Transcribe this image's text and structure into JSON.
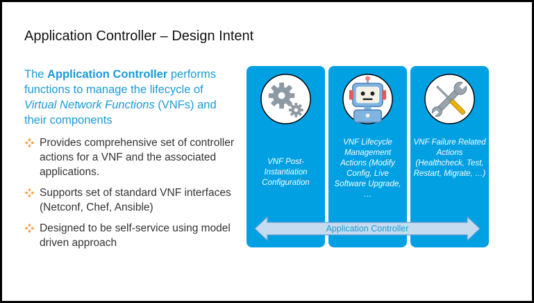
{
  "title": "Application Controller – Design Intent",
  "intro": {
    "p1": "The ",
    "strong": "Application Controller",
    "p2": "  performs functions to manage the lifecycle of ",
    "em": "Virtual Network Functions",
    "p3": " (VNFs) and their components"
  },
  "bullets": [
    "Provides comprehensive set of controller actions for a VNF and the associated applications.",
    "Supports set of standard VNF interfaces (Netconf, Chef, Ansible)",
    "Designed to be self-service using model driven approach"
  ],
  "panels": [
    {
      "icon": "gears-icon",
      "text": "VNF Post-Instantiation Configuration"
    },
    {
      "icon": "robot-icon",
      "text": "VNF Lifecycle Management Actions (Modify Config, Live Software Upgrade, …"
    },
    {
      "icon": "tools-icon",
      "text": "VNF Failure Related Actions (Healthcheck, Test, Restart, Migrate, …)"
    }
  ],
  "arrow_label": "Application Controller",
  "colors": {
    "accent_blue": "#1a9ad6",
    "panel_blue": "#00a0e3",
    "bullet_orange": "#f5a34b",
    "arrow_fill": "#c5dcf0"
  }
}
